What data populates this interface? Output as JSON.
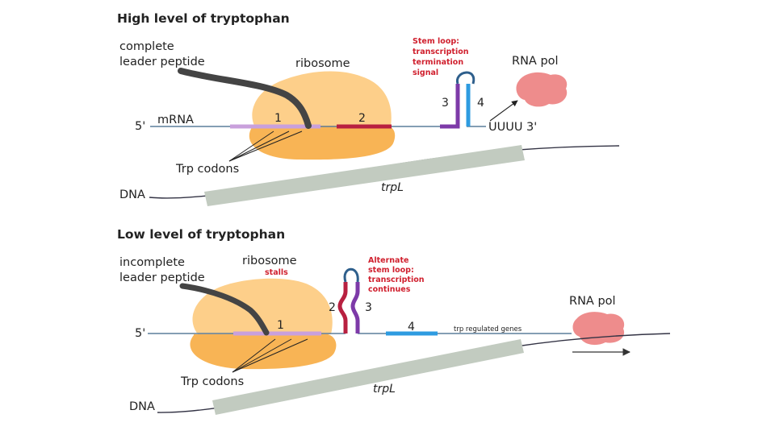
{
  "high": {
    "title": "High level of tryptophan",
    "peptide_line1": "complete",
    "peptide_line2": "leader peptide",
    "ribosome": "ribosome",
    "stem_line1": "Stem loop:",
    "stem_line2": "transcription",
    "stem_line3": "termination",
    "stem_line4": "signal",
    "rna_pol": "RNA pol",
    "five_prime": "5'",
    "mrna": "mRNA",
    "region1": "1",
    "region2": "2",
    "region3": "3",
    "region4": "4",
    "uuuu": "UUUU 3'",
    "trp_codons": "Trp codons",
    "dna": "DNA",
    "gene": "trpL"
  },
  "low": {
    "title": "Low level of tryptophan",
    "peptide_line1": "incomplete",
    "peptide_line2": "leader peptide",
    "ribosome": "ribosome",
    "stalls": "stalls",
    "alt_line1": "Alternate",
    "alt_line2": "stem loop:",
    "alt_line3": "transcription",
    "alt_line4": "continues",
    "rna_pol": "RNA pol",
    "five_prime": "5'",
    "region1": "1",
    "region2": "2",
    "region3": "3",
    "region4": "4",
    "regulated": "trp regulated genes",
    "trp_codons": "Trp codons",
    "dna": "DNA",
    "gene": "trpL"
  },
  "colors": {
    "ribosome_top": "#fdcf8a",
    "ribosome_bottom": "#f8b455",
    "mrna": "#5c7f9c",
    "region1": "#c9a0dc",
    "region2": "#b82040",
    "region3": "#7d3aa8",
    "region4": "#2e9be0",
    "peptide": "#444444",
    "rna_pol": "#ee8c8c",
    "dna_bar": "#c2cbc0",
    "label_red": "#d0202e"
  }
}
